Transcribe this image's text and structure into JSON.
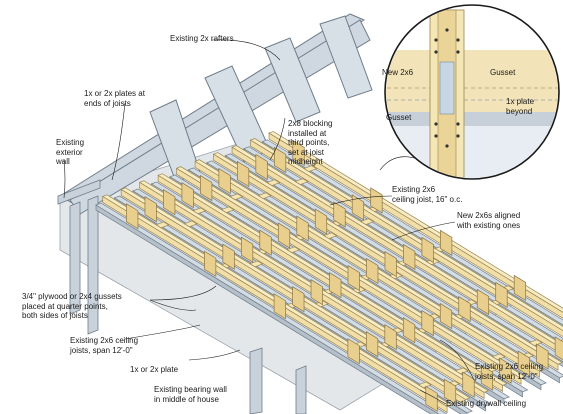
{
  "labels": {
    "existing_rafters": "Existing 2x rafters",
    "plates_at_ends": "1x or 2x plates at\nends of joists",
    "blocking": "2x8 blocking\ninstalled at\nthird points,\nset at joist\nmidheight",
    "exterior_wall": "Existing\nexterior\nwall",
    "existing_ceiling_joist": "Existing 2x6\nceiling joist, 16\" o.c.",
    "new_2x6s_aligned": "New 2x6s aligned\nwith existing ones",
    "gussets": "3/4\" plywood or 2x4 gussets\nplaced at quarter points,\nboth sides of joists",
    "ceiling_joists_left": "Existing 2x6 ceiling\njoists, span 12'-0\"",
    "plate_1x_2x": "1x or 2x plate",
    "bearing_wall": "Existing bearing wall\nin middle of house",
    "ceiling_joists_right": "Existing 2x6 ceiling\njoists, span 12'-0\"",
    "drywall_ceiling": "Existing drywall ceiling"
  },
  "detail": {
    "new_2x6": "New 2x6",
    "gusset_top": "Gusset",
    "gusset_left": "Gusset",
    "plate_beyond": "1x plate\nbeyond"
  }
}
